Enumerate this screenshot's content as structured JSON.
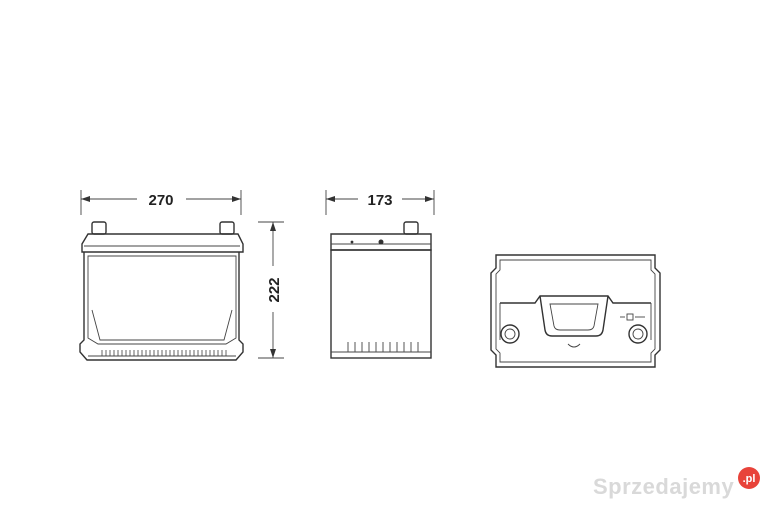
{
  "dimensions": {
    "length": "270",
    "width": "173",
    "height": "222"
  },
  "views": {
    "front": {
      "name": "front-view"
    },
    "side": {
      "name": "side-view"
    },
    "top": {
      "name": "top-view"
    }
  },
  "watermark": {
    "text": "Sprzedajemy",
    "badge": ".pl",
    "badge_color": "#e8433a"
  },
  "line_color": "#333333"
}
